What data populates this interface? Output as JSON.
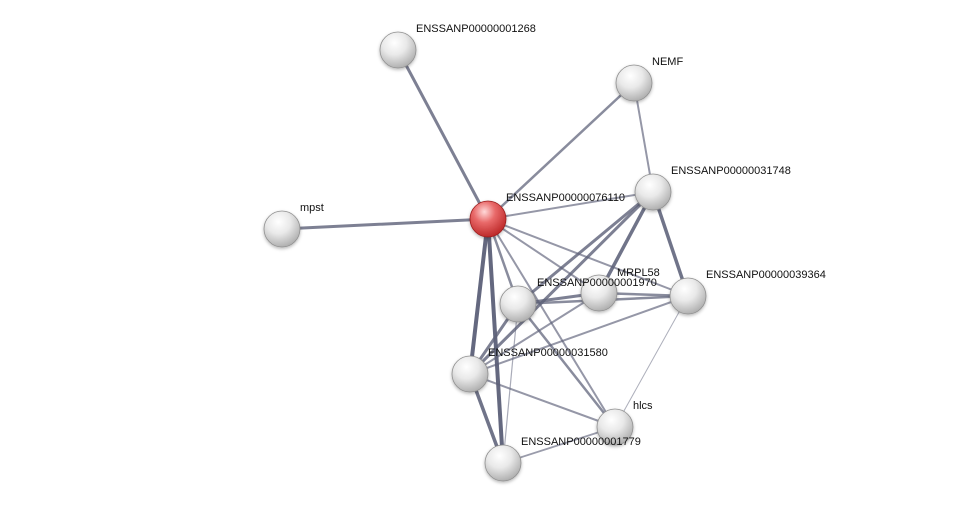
{
  "network": {
    "query_color": "#e0292b",
    "node_color": "#cfcfcf",
    "edge_color": "#5c6078",
    "nodes": [
      {
        "id": "q",
        "label": "ENSSANP00000076110",
        "query": true
      },
      {
        "id": "n1268",
        "label": "ENSSANP00000001268"
      },
      {
        "id": "nemf",
        "label": "NEMF"
      },
      {
        "id": "n31748",
        "label": "ENSSANP00000031748"
      },
      {
        "id": "mpst",
        "label": "mpst"
      },
      {
        "id": "mrpl58",
        "label": "MRPL58"
      },
      {
        "id": "n1970",
        "label": "ENSSANP00000001970"
      },
      {
        "id": "n39364",
        "label": "ENSSANP00000039364"
      },
      {
        "id": "n31580",
        "label": "ENSSANP00000031580"
      },
      {
        "id": "hlcs",
        "label": "hlcs"
      },
      {
        "id": "n1779",
        "label": "ENSSANP00000001779"
      }
    ],
    "edges": [
      {
        "a": "q",
        "b": "n1268",
        "w": 3
      },
      {
        "a": "q",
        "b": "nemf",
        "w": 2.5
      },
      {
        "a": "q",
        "b": "mpst",
        "w": 3
      },
      {
        "a": "q",
        "b": "n31748",
        "w": 2
      },
      {
        "a": "q",
        "b": "n1970",
        "w": 2.5
      },
      {
        "a": "q",
        "b": "mrpl58",
        "w": 2
      },
      {
        "a": "q",
        "b": "n39364",
        "w": 2
      },
      {
        "a": "q",
        "b": "n31580",
        "w": 4
      },
      {
        "a": "q",
        "b": "n1779",
        "w": 4
      },
      {
        "a": "q",
        "b": "hlcs",
        "w": 2
      },
      {
        "a": "nemf",
        "b": "n31748",
        "w": 2
      },
      {
        "a": "n31748",
        "b": "mrpl58",
        "w": 3.5
      },
      {
        "a": "n31748",
        "b": "n39364",
        "w": 3.5
      },
      {
        "a": "n31748",
        "b": "n1970",
        "w": 3
      },
      {
        "a": "n31748",
        "b": "n31580",
        "w": 3
      },
      {
        "a": "n1970",
        "b": "mrpl58",
        "w": 3
      },
      {
        "a": "n1970",
        "b": "n39364",
        "w": 2.5
      },
      {
        "a": "n1970",
        "b": "n31580",
        "w": 3
      },
      {
        "a": "n1970",
        "b": "hlcs",
        "w": 2.5
      },
      {
        "a": "n1970",
        "b": "n1779",
        "w": 1.2
      },
      {
        "a": "mrpl58",
        "b": "n39364",
        "w": 2.5
      },
      {
        "a": "mrpl58",
        "b": "n31580",
        "w": 2
      },
      {
        "a": "n39364",
        "b": "hlcs",
        "w": 1
      },
      {
        "a": "n39364",
        "b": "n31580",
        "w": 2
      },
      {
        "a": "n31580",
        "b": "n1779",
        "w": 3.5
      },
      {
        "a": "n31580",
        "b": "hlcs",
        "w": 2
      },
      {
        "a": "hlcs",
        "b": "n1779",
        "w": 1.8
      }
    ]
  }
}
